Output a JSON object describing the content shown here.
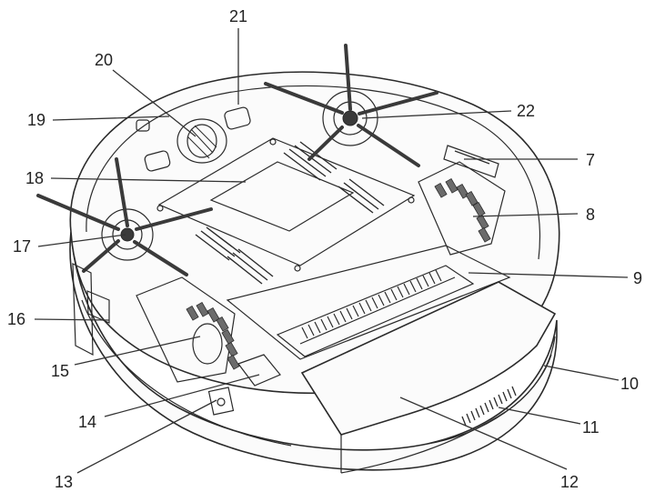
{
  "diagram": {
    "callouts": [
      {
        "id": "7",
        "text": "7"
      },
      {
        "id": "8",
        "text": "8"
      },
      {
        "id": "9",
        "text": "9"
      },
      {
        "id": "10",
        "text": "10"
      },
      {
        "id": "11",
        "text": "11"
      },
      {
        "id": "12",
        "text": "12"
      },
      {
        "id": "13",
        "text": "13"
      },
      {
        "id": "14",
        "text": "14"
      },
      {
        "id": "15",
        "text": "15"
      },
      {
        "id": "16",
        "text": "16"
      },
      {
        "id": "17",
        "text": "17"
      },
      {
        "id": "18",
        "text": "18"
      },
      {
        "id": "19",
        "text": "19"
      },
      {
        "id": "20",
        "text": "20"
      },
      {
        "id": "21",
        "text": "21"
      },
      {
        "id": "22",
        "text": "22"
      }
    ]
  }
}
